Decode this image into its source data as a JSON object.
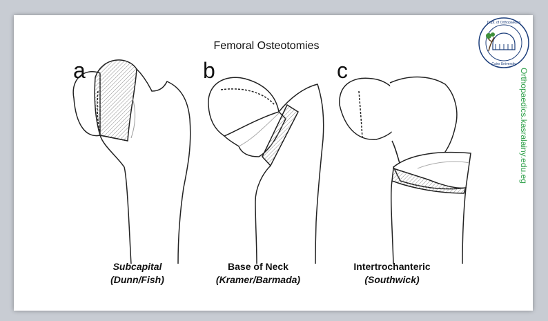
{
  "slide": {
    "title": "Femoral Osteotomies",
    "website": "Orthopaedics.kasralainy.edu.eg"
  },
  "panels": [
    {
      "letter": "a",
      "name": "Subcapital",
      "authors": "(Dunn/Fish)"
    },
    {
      "letter": "b",
      "name": "Base of Neck",
      "authors": "(Kramer/Barmada)"
    },
    {
      "letter": "c",
      "name": "Intertrochanteric",
      "authors": "(Southwick)"
    }
  ],
  "seal": {
    "text": "Department of Orthopaedics & Traumatology · Kasr Al-Ainy School of Medicine · Cairo University"
  },
  "colors": {
    "background": "#c8ccd3",
    "slide": "#ffffff",
    "line": "#222222",
    "hatch": "#888888",
    "website": "#2fa04a",
    "seal": "#1b3d7a"
  }
}
